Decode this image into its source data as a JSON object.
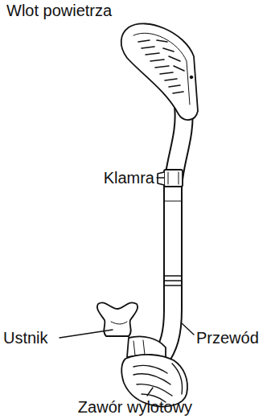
{
  "diagram": {
    "labels": [
      "Wlot powietrza",
      "Klamra",
      "Ustnik",
      "Przewód",
      "Zawór wylotowy"
    ]
  }
}
